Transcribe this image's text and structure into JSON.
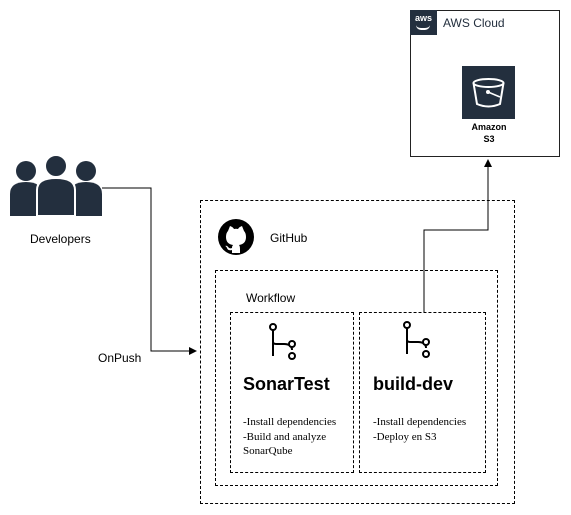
{
  "aws": {
    "title": "AWS Cloud",
    "logo_text": "aws",
    "s3": {
      "label_line1": "Amazon",
      "label_line2": "S3"
    }
  },
  "developers": {
    "label": "Developers"
  },
  "trigger": {
    "label": "OnPush"
  },
  "github": {
    "label": "GitHub",
    "workflow": {
      "label": "Workflow",
      "jobs": [
        {
          "name": "SonarTest",
          "steps": [
            "-Install dependencies",
            "-Build and analyze",
            "SonarQube"
          ]
        },
        {
          "name": "build-dev",
          "steps": [
            "-Install dependencies",
            "-Deploy en S3"
          ]
        }
      ]
    }
  },
  "colors": {
    "aws_dark": "#232f3e",
    "line": "#000000"
  }
}
